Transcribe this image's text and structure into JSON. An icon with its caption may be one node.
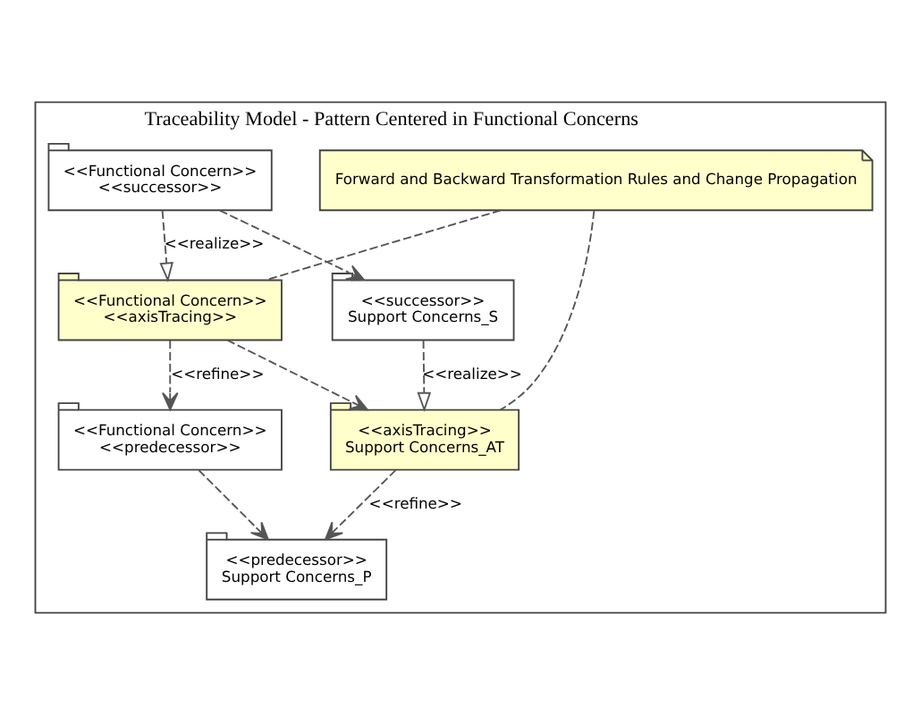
{
  "diagram": {
    "nodes": [
      {
        "text": [
          "Traceability Model - Pattern Centered in Functional Concerns"
        ]
      },
      {
        "text": [
          "Forward and Backward Transformation Rules and Change Propagation"
        ],
        "in": 0
      },
      {
        "text": [
          "<<Functional Concern>>",
          "<<axisTracing>>"
        ],
        "in": 0
      },
      {
        "text": [
          "<<Functional Concern>>",
          "<<predecessor>>"
        ],
        "in": 0
      },
      {
        "text": [
          "<<Functional Concern>>",
          "<<successor>>"
        ],
        "in": 0
      },
      {
        "text": [
          "<<axisTracing>>",
          "Support Concerns_AT"
        ],
        "in": 0
      },
      {
        "text": [
          "<<predecessor>>",
          "Support Concerns_P"
        ],
        "in": 0
      },
      {
        "text": [
          "<<successor>>",
          "Support Concerns_S"
        ],
        "in": 0
      }
    ],
    "edges": [
      {
        "from": 1,
        "to": 2,
        "arrow": "none",
        "style": "dashed"
      },
      {
        "from": 1,
        "to": 5,
        "arrow": "none",
        "style": "dashed"
      },
      {
        "from": 2,
        "to": 3,
        "arrow": "to",
        "style": "dashed",
        "label": "<<refine>>"
      },
      {
        "from": 4,
        "to": 2,
        "arrow": "to",
        "style": "dashed",
        "label": "<<realize>>"
      },
      {
        "from": 2,
        "to": 5,
        "arrow": "to",
        "style": "dashed"
      },
      {
        "from": 3,
        "to": 6,
        "arrow": "to",
        "style": "dashed"
      },
      {
        "from": 4,
        "to": 7,
        "arrow": "to",
        "style": "dashed"
      },
      {
        "from": 5,
        "to": 6,
        "arrow": "to",
        "style": "dashed",
        "label": "<<refine>>"
      },
      {
        "from": 7,
        "to": 5,
        "arrow": "to",
        "style": "dashed",
        "label": "<<realize>>"
      }
    ]
  }
}
